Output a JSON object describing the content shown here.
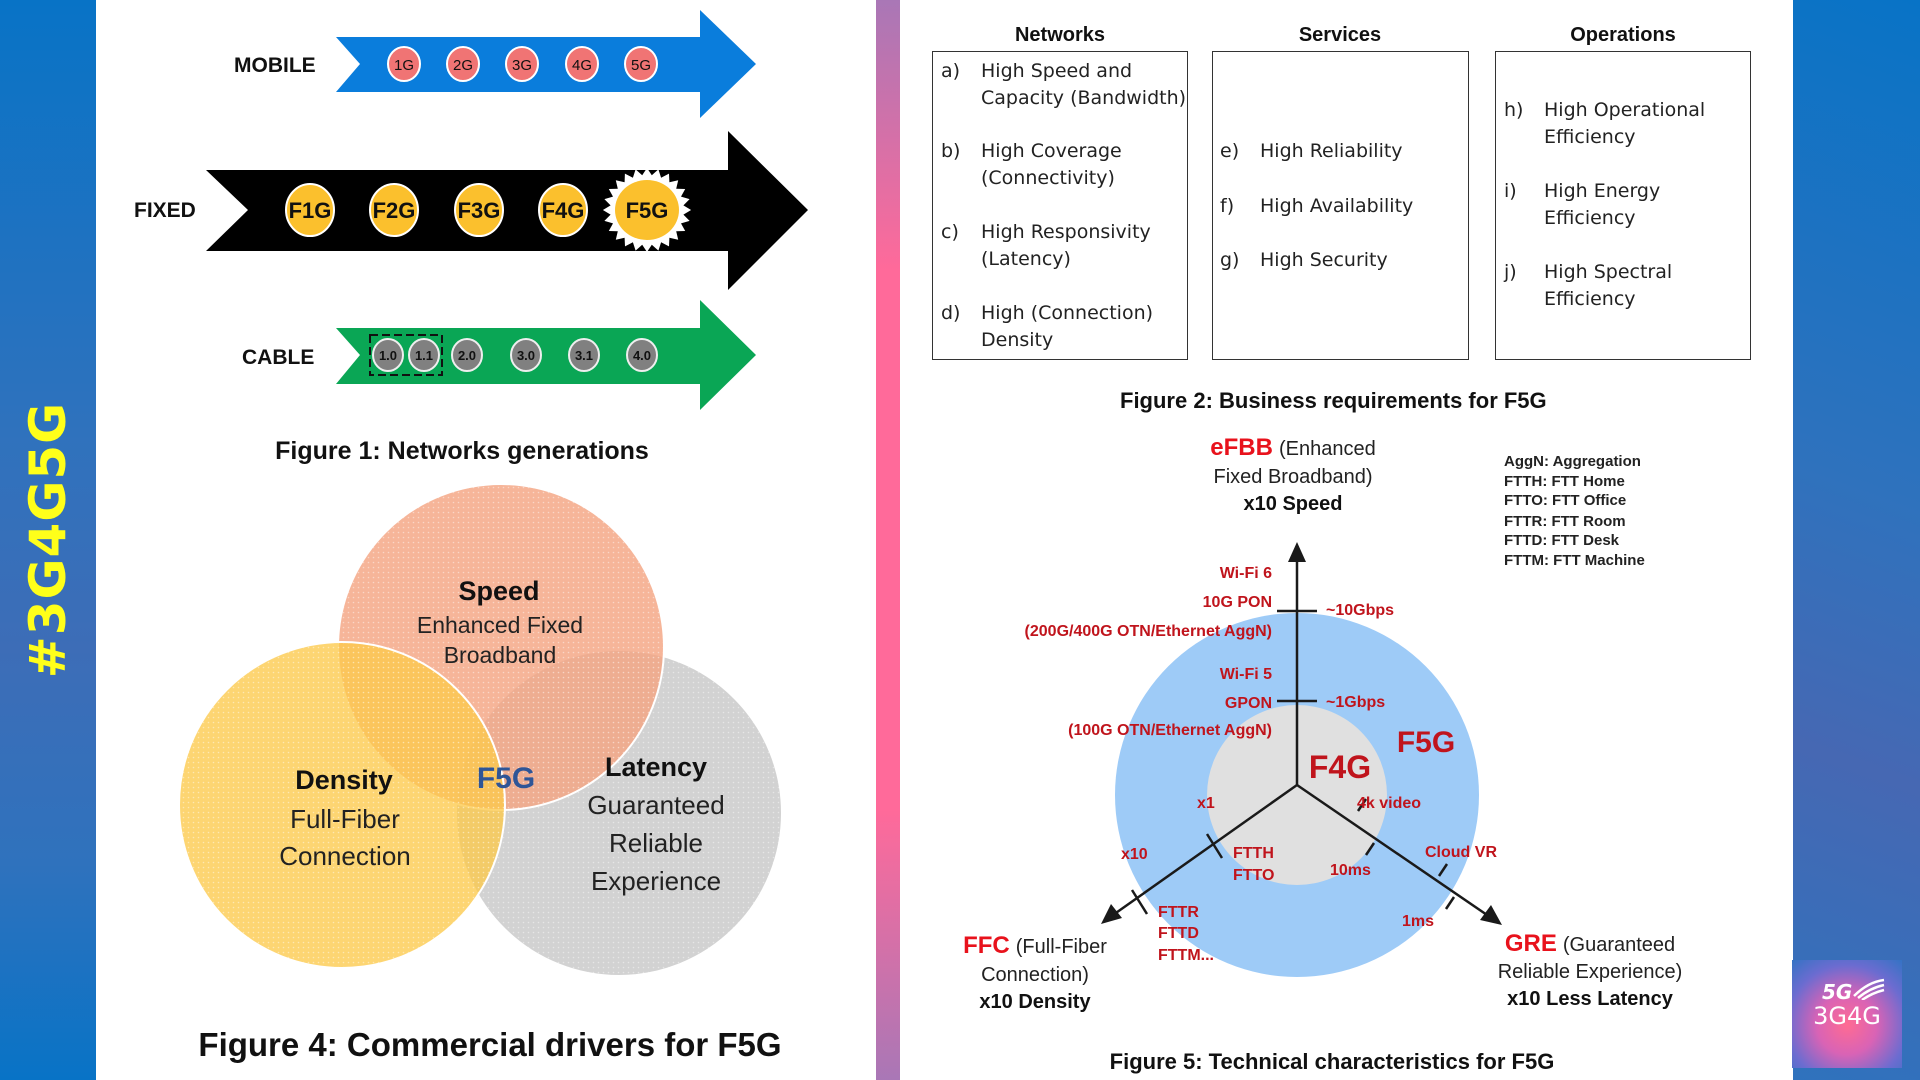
{
  "sidebar": {
    "hashtag": "#3G4G5G"
  },
  "logo": {
    "line1": "5G",
    "line2": "3G4G"
  },
  "figure1": {
    "caption": "Figure 1: Networks generations",
    "rows": [
      {
        "label": "MOBILE",
        "color": "#0a7ddc",
        "badge_color": "#f07474",
        "badges": [
          "1G",
          "2G",
          "3G",
          "4G",
          "5G"
        ]
      },
      {
        "label": "FIXED",
        "color": "#000000",
        "badge_color": "#fbc02d",
        "badges": [
          "F1G",
          "F2G",
          "F3G",
          "F4G",
          "F5G"
        ],
        "highlight": "F5G"
      },
      {
        "label": "CABLE",
        "color": "#0aa655",
        "badge_color": "#808080",
        "badges": [
          "1.0",
          "1.1",
          "2.0",
          "3.0",
          "3.1",
          "4.0"
        ],
        "grouped": [
          "1.0",
          "1.1"
        ]
      }
    ]
  },
  "figure2": {
    "caption": "Figure 2: Business requirements for F5G",
    "columns": [
      {
        "title": "Networks",
        "items": [
          {
            "key": "a)",
            "lines": [
              "High Speed and",
              "Capacity (Bandwidth)"
            ]
          },
          {
            "key": "b)",
            "lines": [
              "High Coverage",
              "(Connectivity)"
            ]
          },
          {
            "key": "c)",
            "lines": [
              "High Responsivity",
              "(Latency)"
            ]
          },
          {
            "key": "d)",
            "lines": [
              "High (Connection)",
              "Density"
            ]
          }
        ]
      },
      {
        "title": "Services",
        "items": [
          {
            "key": "e)",
            "lines": [
              "High Reliability"
            ]
          },
          {
            "key": "f)",
            "lines": [
              "High Availability"
            ]
          },
          {
            "key": "g)",
            "lines": [
              "High Security"
            ]
          }
        ]
      },
      {
        "title": "Operations",
        "items": [
          {
            "key": "h)",
            "lines": [
              "High Operational",
              "Efficiency"
            ]
          },
          {
            "key": "i)",
            "lines": [
              "High Energy",
              "Efficiency"
            ]
          },
          {
            "key": "j)",
            "lines": [
              "High Spectral",
              "Efficiency"
            ]
          }
        ]
      }
    ]
  },
  "figure4": {
    "caption": "Figure 4: Commercial drivers for F5G",
    "center": "F5G",
    "circles": [
      {
        "title": "Speed",
        "lines": [
          "Enhanced Fixed",
          "Broadband"
        ],
        "color": "#f4a582"
      },
      {
        "title": "Density",
        "lines": [
          "Full-Fiber",
          "Connection"
        ],
        "color": "#fdc94a"
      },
      {
        "title": "Latency",
        "lines": [
          "Guaranteed",
          "Reliable",
          "Experience"
        ],
        "color": "#c8c8c8"
      }
    ]
  },
  "figure5": {
    "caption": "Figure 5: Technical characteristics for F5G",
    "inner_label": "F4G",
    "outer_label": "F5G",
    "axes": {
      "up": {
        "abbr": "eFBB",
        "desc1": "(Enhanced",
        "desc2": "Fixed Broadband)",
        "metric": "x10 Speed"
      },
      "left": {
        "abbr": "FFC",
        "desc1": "(Full-Fiber",
        "desc2": "Connection)",
        "metric": "x10 Density"
      },
      "right": {
        "abbr": "GRE",
        "desc1": "(Guaranteed",
        "desc2": "Reliable Experience)",
        "metric": "x10 Less Latency"
      }
    },
    "speed_labels": {
      "outer": [
        "Wi-Fi 6",
        "10G PON",
        "(200G/400G OTN/Ethernet AggN)"
      ],
      "outer_value": "~10Gbps",
      "inner": [
        "Wi-Fi 5",
        "GPON",
        "(100G OTN/Ethernet AggN)"
      ],
      "inner_value": "~1Gbps"
    },
    "density_labels": {
      "inner_mult": "x1",
      "inner_tech": [
        "FTTH",
        "FTTO"
      ],
      "outer_mult": "x10",
      "outer_tech": [
        "FTTR",
        "FTTD",
        "FTTM..."
      ]
    },
    "latency_labels": {
      "inner_app": "4k video",
      "inner_value": "10ms",
      "outer_app": "Cloud VR",
      "outer_value": "1ms"
    },
    "legend": [
      "AggN: Aggregation",
      "FTTH: FTT Home",
      "FTTO: FTT Office",
      "FTTR: FTT Room",
      "FTTD: FTT Desk",
      "FTTM: FTT Machine"
    ],
    "colors": {
      "accent": "#c0141c",
      "outer_ring": "#9ecbf7",
      "inner_ring": "#e0e0e0"
    }
  }
}
